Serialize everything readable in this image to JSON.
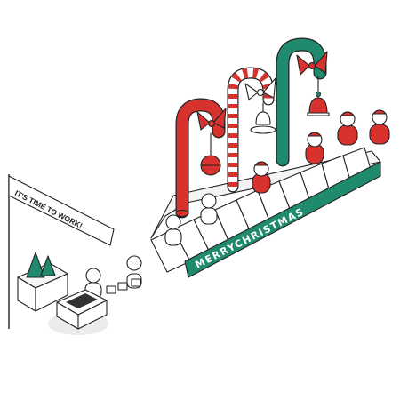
{
  "flag": {
    "text": "IT'S TIME TO WORK!"
  },
  "banner": {
    "text": "MERRYCHRISTMAS"
  },
  "colors": {
    "red": "#d8322f",
    "green": "#1f8a6d",
    "outline": "#222222",
    "step": "#ffffff",
    "shadow": "#ebebeb"
  },
  "icons": [
    "flag",
    "candy-cane",
    "ribbon-bow",
    "christmas-bauble",
    "christmas-bell",
    "santa-figure",
    "worker-figure",
    "desk",
    "christmas-tree",
    "locker-box"
  ]
}
